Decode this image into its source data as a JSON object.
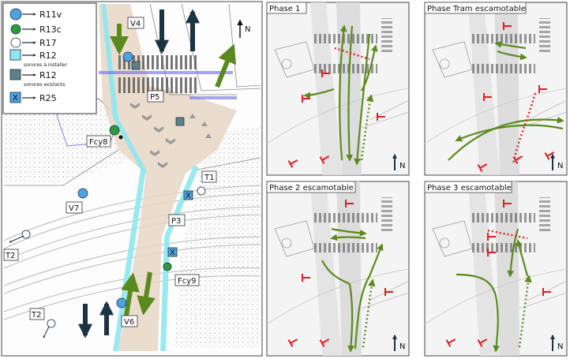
{
  "colors": {
    "green": "#5a8a1e",
    "red": "#e31b23",
    "dark_navy": "#1c3342",
    "cyan": "#8fe7f0",
    "road_tan": "#e8d7c5",
    "blue_signal": "#4da3e0",
    "grey_signal": "#5f7f8a"
  },
  "legend": {
    "items": [
      {
        "label": "R11v",
        "sub": "",
        "icon": "blue-circle-signal-icon"
      },
      {
        "label": "R13c",
        "sub": "",
        "icon": "green-circle-signal-icon"
      },
      {
        "label": "R17",
        "sub": "",
        "icon": "white-circle-signal-icon"
      },
      {
        "label": "R12",
        "sub": "sonores à installer",
        "icon": "cyan-square-signal-icon"
      },
      {
        "label": "R12",
        "sub": "sonores existants",
        "icon": "grey-square-signal-icon"
      },
      {
        "label": "R25",
        "sub": "",
        "icon": "x-square-signal-icon"
      }
    ]
  },
  "main_map": {
    "labels": {
      "v4": "V4",
      "p5": "P5",
      "fcy8": "Fcy8",
      "t1": "T1",
      "p3": "P3",
      "v7": "V7",
      "t2_left": "T2",
      "fcy9": "Fcy9",
      "v6": "V6",
      "t2_bottom": "T2"
    },
    "north": "N"
  },
  "panels": [
    {
      "title": "Phase 1",
      "north": "N"
    },
    {
      "title": "Phase Tram escamotable",
      "north": "N"
    },
    {
      "title": "Phase 2 escamotable",
      "north": "N"
    },
    {
      "title": "Phase 3 escamotable",
      "north": "N"
    }
  ]
}
